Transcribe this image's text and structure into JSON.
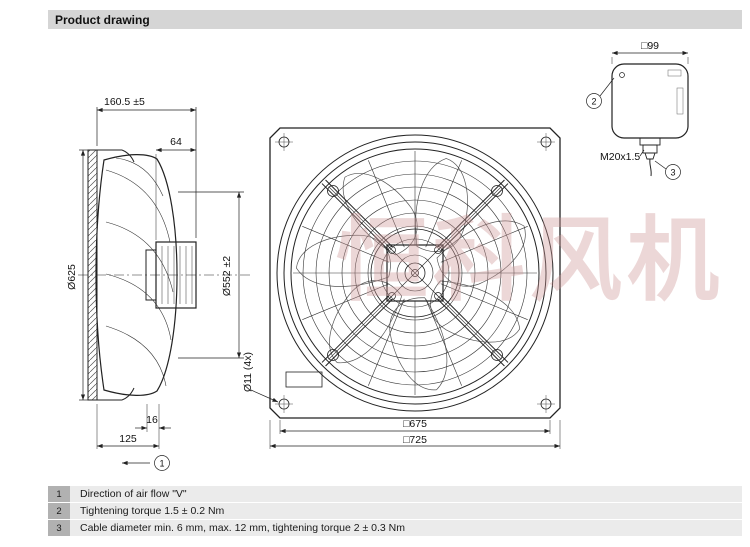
{
  "header": {
    "title": "Product drawing"
  },
  "drawing": {
    "side_view": {
      "dim_depth": "160.5 ±5",
      "dim_motor_len": "64",
      "dim_fan_dia": "Ø625",
      "dim_venturi_dia": "Ø552 ±2",
      "dim_flange": "16",
      "dim_ring_depth": "125",
      "callout_airflow": "1"
    },
    "front_view": {
      "dim_holes": "Ø11 (4x)",
      "dim_bolt_square": "□675",
      "dim_plate_square": "□725"
    },
    "terminal_box": {
      "dim_box": "□99",
      "cable_gland_thread": "M20x1.5",
      "callout_screws": "2",
      "callout_gland": "3"
    }
  },
  "legend": {
    "rows": [
      {
        "num": "1",
        "text": "Direction of air flow \"V\""
      },
      {
        "num": "2",
        "text": "Tightening torque 1.5 ± 0.2 Nm"
      },
      {
        "num": "3",
        "text": "Cable diameter min. 6 mm, max. 12 mm, tightening torque 2 ± 0.3 Nm"
      }
    ]
  },
  "watermark": {
    "text": "恒科风机"
  }
}
